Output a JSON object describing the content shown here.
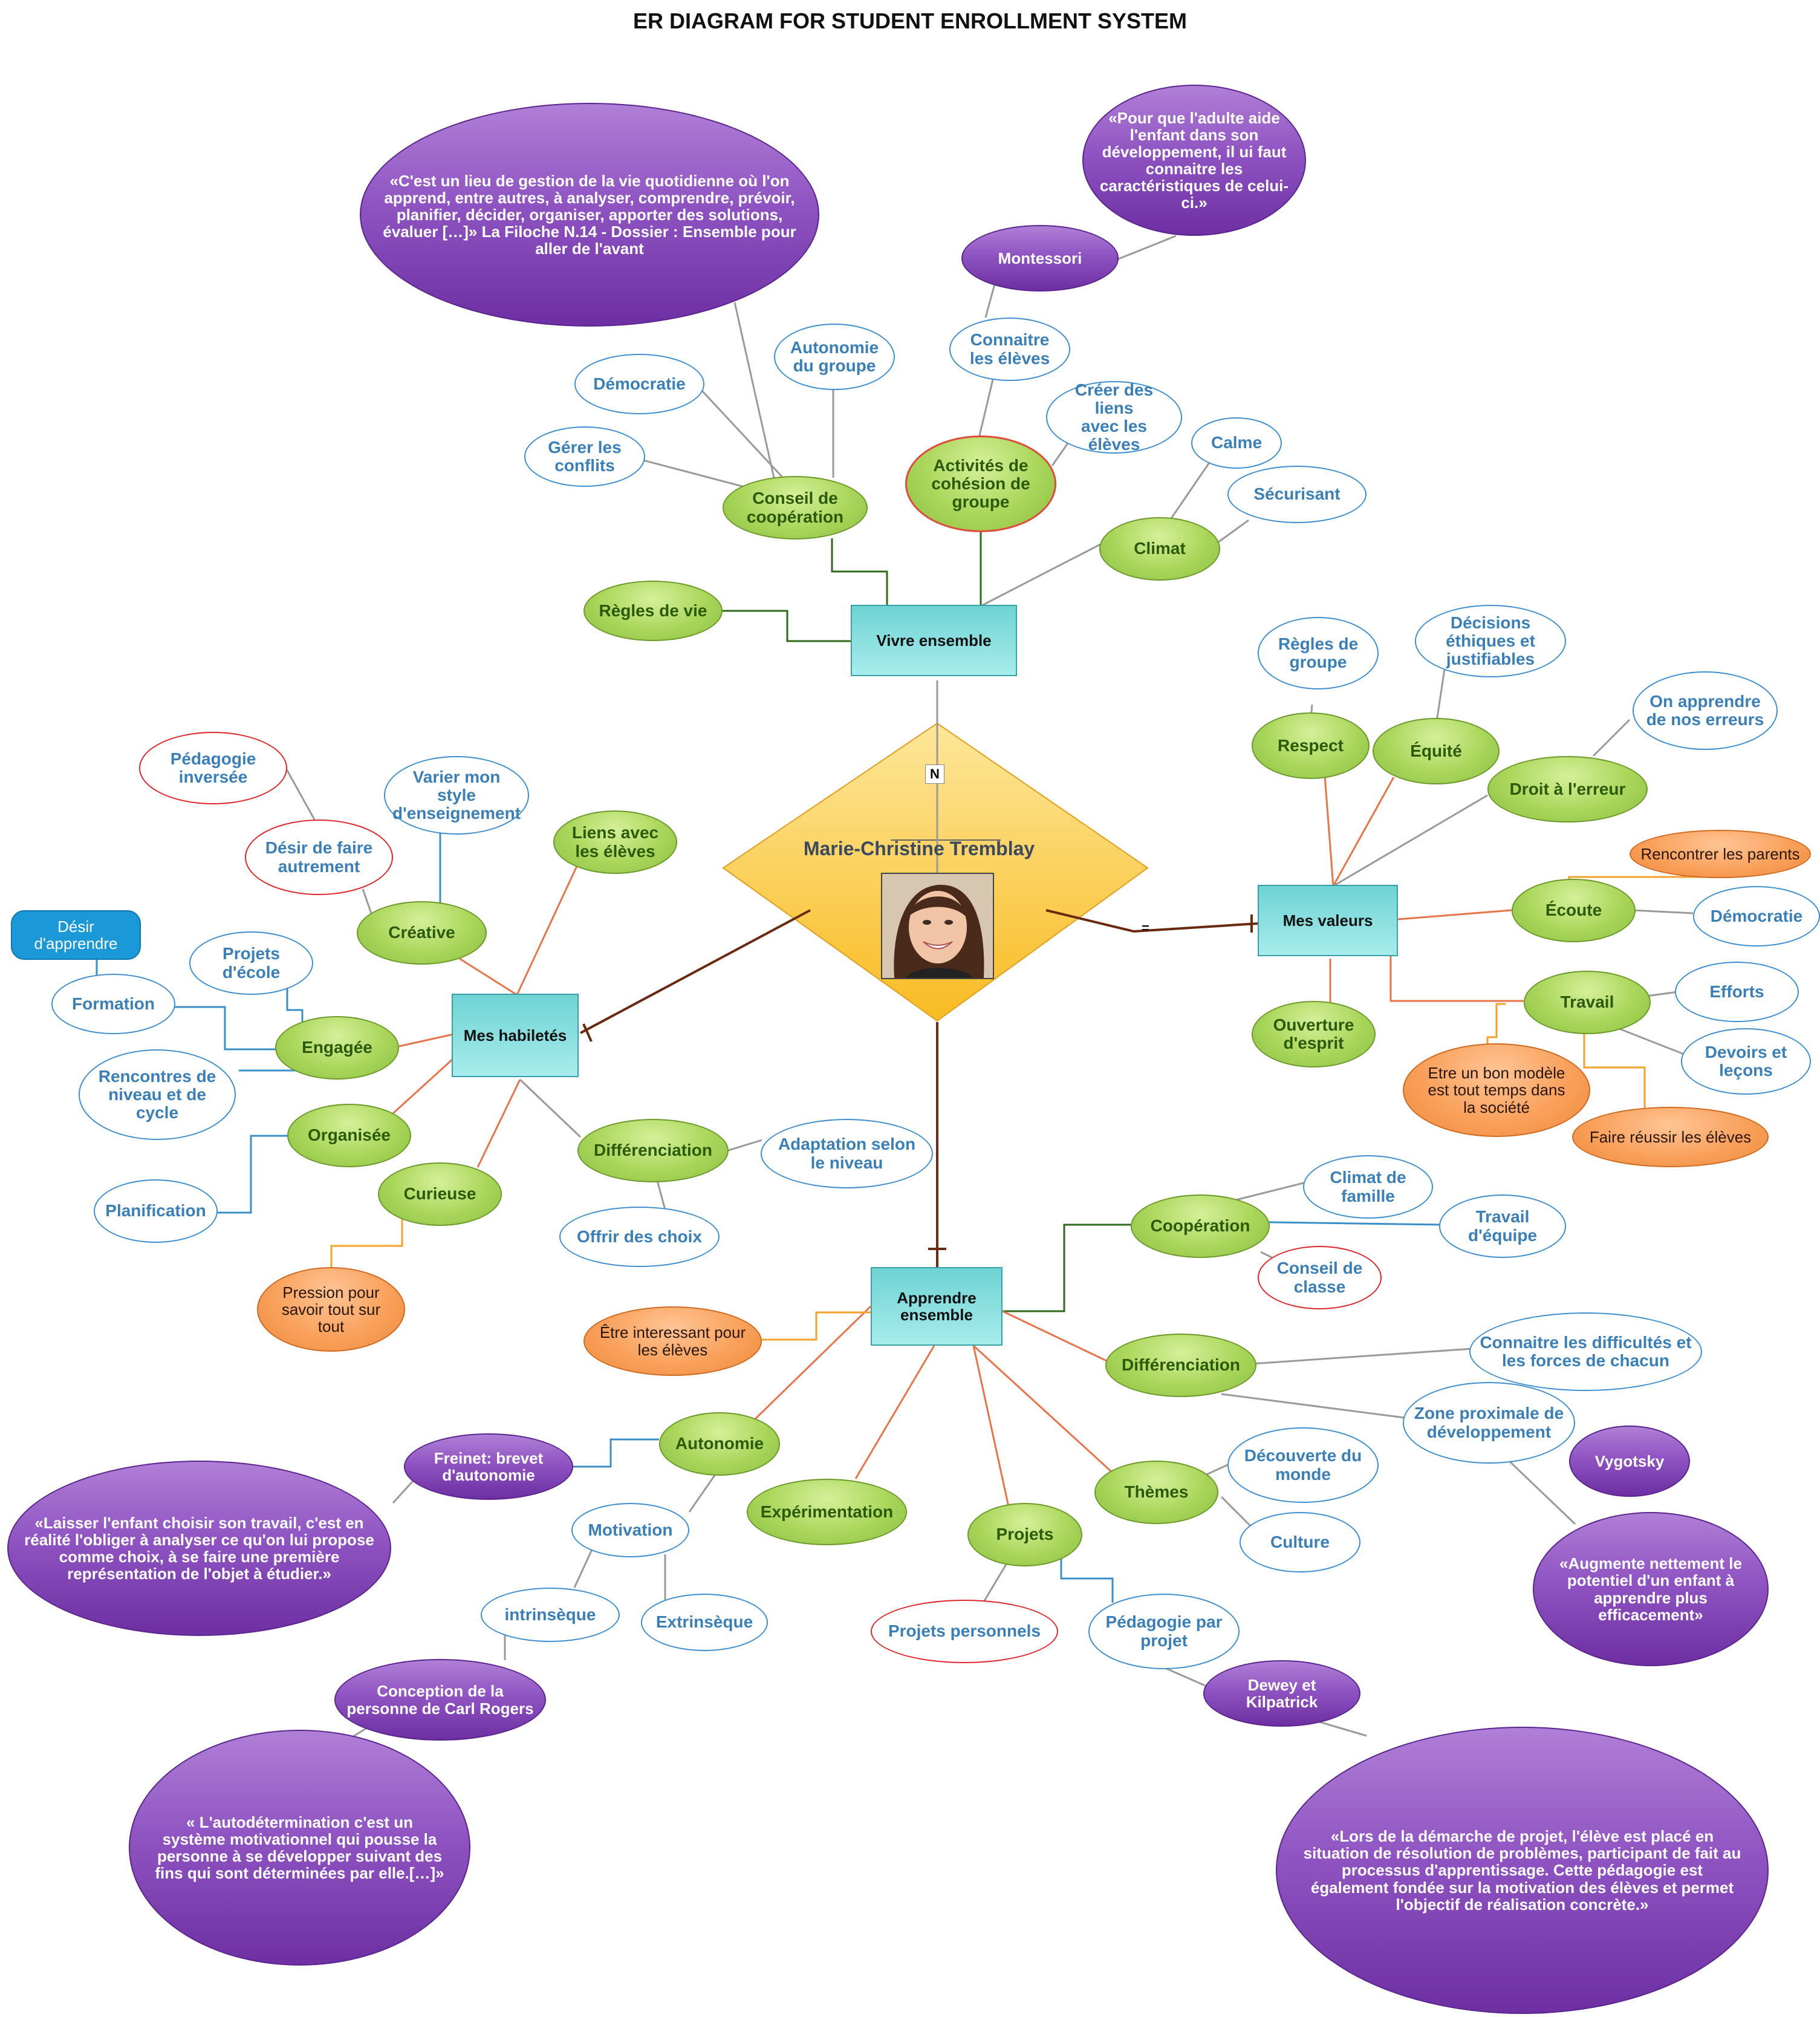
{
  "title": "ER DIAGRAM FOR STUDENT ENROLLMENT SYSTEM",
  "center": {
    "name": "Marie-Christine Tremblay",
    "cardinality_label": "N",
    "eq_label": "="
  },
  "entities": {
    "vivre": "Vivre ensemble",
    "valeurs": "Mes valeurs",
    "habiletes": "Mes habiletés",
    "apprendre": "Apprendre\nensemble"
  },
  "nodes": {
    "q_lieu": "«C'est un lieu de gestion de la vie quotidienne où l'on apprend, entre autres, à analyser, comprendre, prévoir, planifier, décider, organiser, apporter des solutions, évaluer […]»    La Filoche N.14 - Dossier : Ensemble pour aller de l'avant",
    "q_adulte": "«Pour que l'adulte aide l'enfant dans son développement, il ui faut connaitre les caractéristiques de celui-ci.»",
    "montessori": "Montessori",
    "connaitre_eleves": "Connaitre\nles élèves",
    "autonomie_groupe": "Autonomie\ndu groupe",
    "democratie_v": "Démocratie",
    "gerer_conflits": "Gérer les\nconflits",
    "conseil_coop": "Conseil de\ncoopération",
    "activites": "Activités de\ncohésion de\ngroupe",
    "creer_liens": "Créer des liens\navec les élèves",
    "calme": "Calme",
    "securisant": "Sécurisant",
    "climat": "Climat",
    "regles_vie": "Règles de vie",
    "regles_groupe": "Règles de\ngroupe",
    "decisions": "Décisions\néthiques et\njustifiables",
    "erreurs": "On apprendre\nde nos erreurs",
    "respect": "Respect",
    "equite": "Équité",
    "droit_erreur": "Droit à l'erreur",
    "rencontrer_parents": "Rencontrer les parents",
    "ecoute": "Écoute",
    "democratie_m": "Démocratie",
    "travail": "Travail",
    "efforts": "Efforts",
    "devoirs": "Devoirs et\nleçons",
    "ouverture": "Ouverture\nd'esprit",
    "bon_modele": "Etre  un bon modèle\nest tout temps dans\nla société",
    "faire_reussir": "Faire réussir les élèves",
    "pedagogie_inversee": "Pédagogie\ninversée",
    "varier_style": "Varier mon style\nd'enseignement",
    "desir_faire": "Désir de faire\nautrement",
    "liens_eleves": "Liens avec\nles élèves",
    "creative": "Créative",
    "desir_apprendre": "Désir\nd'apprendre",
    "projets_ecole": "Projets\nd'école",
    "formation": "Formation",
    "engagee": "Engagée",
    "rencontres_niveau": "Rencontres de\nniveau et de\ncycle",
    "organisee": "Organisée",
    "planification": "Planification",
    "curieuse": "Curieuse",
    "pression": "Pression pour\nsavoir tout sur\ntout",
    "differenciation_h": "Différenciation",
    "adaptation": "Adaptation selon\nle niveau",
    "offrir_choix": "Offrir des choix",
    "climat_famille": "Climat de\nfamille",
    "cooperation": "Coopération",
    "travail_equipe": "Travail\nd'équipe",
    "conseil_classe": "Conseil de\nclasse",
    "etre_interessant": "Être interessant pour\nles élèves",
    "differenciation_a": "Différenciation",
    "difficultes": "Connaitre les difficultés et\nles forces de chacun",
    "zone_proximale": "Zone proximale de\ndéveloppement",
    "vygotsky": "Vygotsky",
    "q_vygotsky": "«Augmente nettement le potentiel d'un enfant à apprendre plus efficacement»",
    "freinet": "Freinet: brevet\nd'autonomie",
    "autonomie": "Autonomie",
    "q_freinet": "«Laisser l'enfant choisir son travail, c'est en réalité l'obliger à analyser ce qu'on lui propose comme choix, à se faire une première représentation de l'objet à étudier.»",
    "motivation": "Motivation",
    "intrinseque": "intrinsèque",
    "extrinseque": "Extrinsèque",
    "rogers": "Conception de la\npersonne de Carl Rogers",
    "q_rogers": "« L'autodétermination c'est un système motivationnel qui pousse la personne à se développer suivant des fins qui sont déterminées par elle.[…]»",
    "experimentation": "Expérimentation",
    "projets": "Projets",
    "projets_perso": "Projets personnels",
    "pedagogie_projet": "Pédagogie par\nprojet",
    "dewey": "Dewey et\nKilpatrick",
    "q_dewey": "«Lors de la démarche de projet, l'élève est placé en situation de résolution de problèmes, participant de fait au processus d'apprentissage. Cette pédagogie est également fondée sur la motivation des élèves et permet l'objectif de réalisation concrète.»",
    "themes": "Thèmes",
    "decouverte": "Découverte du\nmonde",
    "culture": "Culture"
  },
  "colors": {
    "entity": "#8fe3e3",
    "diamond": "#fbc93a",
    "green_attr": "#a9d65a",
    "purple_note": "#7e3fb2",
    "orange_attr": "#f9a15c",
    "relationship_line": "#6b2a10",
    "branch_orange": "#e8744a",
    "branch_gray": "#9a9a9a",
    "branch_blue": "#3a8fc8",
    "branch_darkgreen": "#2e6b1a",
    "branch_yellow": "#f2a22a"
  }
}
